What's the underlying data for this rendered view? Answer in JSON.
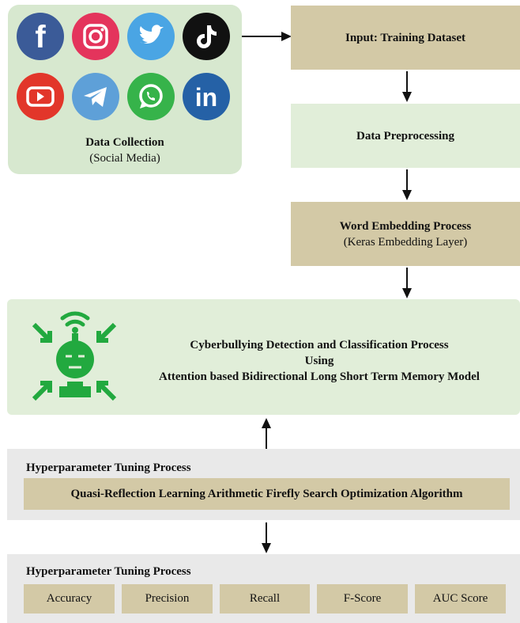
{
  "data_collection": {
    "title": "Data Collection",
    "subtitle": "(Social Media)",
    "icons": [
      "facebook-icon",
      "instagram-icon",
      "twitter-icon",
      "tiktok-icon",
      "youtube-icon",
      "telegram-icon",
      "whatsapp-icon",
      "linkedin-icon"
    ]
  },
  "steps": {
    "input": "Input: Training Dataset",
    "preprocessing": "Data Preprocessing",
    "embedding_title": "Word Embedding Process",
    "embedding_subtitle": "(Keras Embedding Layer)"
  },
  "detection": {
    "line1": "Cyberbullying Detection and Classification Process",
    "line2": "Using",
    "line3": "Attention based Bidirectional Long Short Term Memory Model",
    "icon": "ai-head-icon"
  },
  "tuning": {
    "title": "Hyperparameter Tuning Process",
    "algorithm": "Quasi-Reflection Learning Arithmetic Firefly Search Optimization Algorithm"
  },
  "evaluation": {
    "title": "Hyperparameter Tuning Process",
    "metrics": [
      "Accuracy",
      "Precision",
      "Recall",
      "F-Score",
      "AUC Score"
    ]
  },
  "colors": {
    "tan": "#d3c9a6",
    "mint": "#e1eed9",
    "panel_green": "#d7e8cf",
    "gray": "#e9e9e9",
    "icon_green": "#22a93f"
  }
}
